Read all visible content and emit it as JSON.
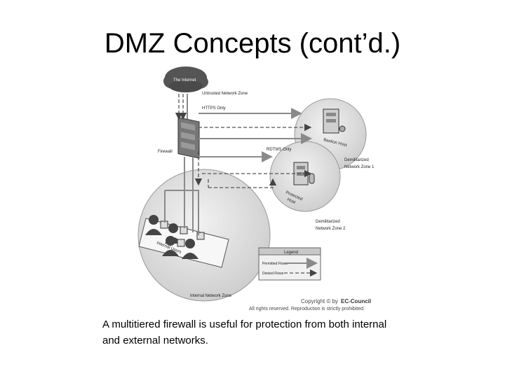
{
  "slide": {
    "title": "DMZ Concepts (cont’d.)",
    "caption": "A multitiered firewall is useful for protection from both internal and external networks."
  },
  "diagram": {
    "internet_label": "The Internet",
    "untrusted_zone_label": "Untrusted Network Zone",
    "https_label": "HTTPS Only",
    "firewall_label": "Firewall",
    "rdtms_label": "RDTMS Only",
    "dmz1_label_line1": "Demilitarized",
    "dmz1_label_line2": "Network Zone 1",
    "bastion_label": "Bastion Host",
    "protected_label_line1": "Protected",
    "protected_label_line2": "Host",
    "dmz2_label_line1": "Demilitarized",
    "dmz2_label_line2": "Network Zone 2",
    "internal_users_label": "Internal Users",
    "internal_zone_label": "Internal Network Zone",
    "legend": {
      "title": "Legend",
      "permitted": "Permitted Flows",
      "denied": "Denied Flows"
    },
    "copyright_line1_prefix": "Copyright © by",
    "copyright_brand": "EC-Council",
    "copyright_line2": "All rights reserved. Reproduction is strictly prohibited."
  }
}
